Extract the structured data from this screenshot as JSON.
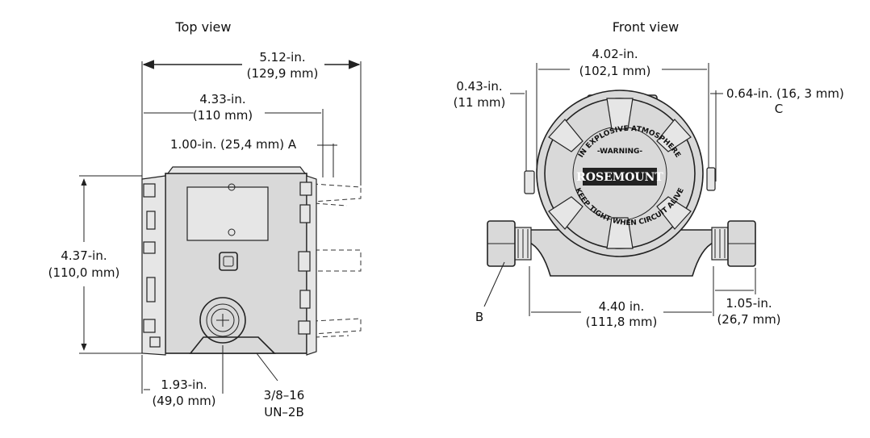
{
  "views": {
    "top": {
      "title": "Top view",
      "dims": {
        "overall_width": {
          "line1": "5.12-in.",
          "line2": "(129,9 mm)"
        },
        "body_width": {
          "line1": "4.33-in.",
          "line2": "(110 mm)"
        },
        "clearance_a": "1.00-in. (25,4 mm) A",
        "height": {
          "line1": "4.37-in.",
          "line2": "(110,0 mm)"
        },
        "bottom_offset": {
          "line1": "1.93-in.",
          "line2": "(49,0 mm)"
        },
        "thread": {
          "line1": "3/8–16",
          "line2": "UN–2B"
        }
      }
    },
    "front": {
      "title": "Front view",
      "dims": {
        "housing_width": {
          "line1": "4.02-in.",
          "line2": "(102,1 mm)"
        },
        "left_clearance": {
          "line1": "0.43-in.",
          "line2": "(11 mm)"
        },
        "right_clearance": "0.64-in. (16, 3 mm)",
        "callout_c": "C",
        "callout_b": "B",
        "base_width": {
          "line1": "4.40 in.",
          "line2": "(111,8 mm)"
        },
        "fitting_length": {
          "line1": "1.05-in.",
          "line2": "(26,7 mm)"
        }
      },
      "cover": {
        "text_top": "IN EXPLOSIVE ATMOSPHERE",
        "text_warning": "-WARNING-",
        "text_bottom": "KEEP TIGHT WHEN CIRCUIT ALIVE",
        "brand": "ROSEMOUNT"
      }
    }
  }
}
